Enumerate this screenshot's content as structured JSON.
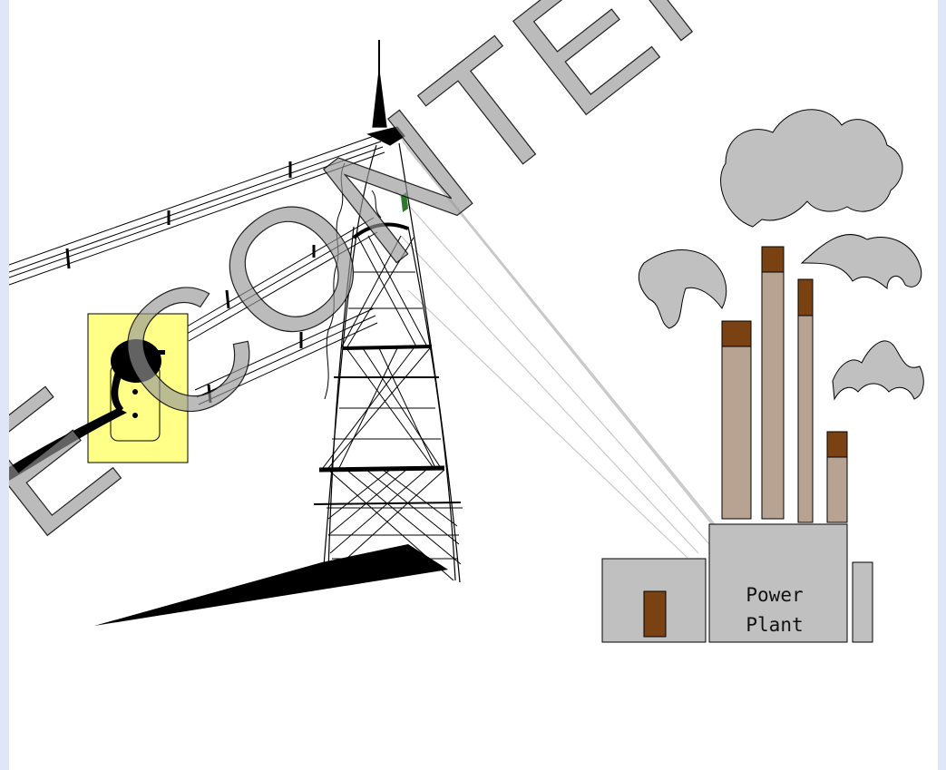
{
  "scene": {
    "power_plant_label_line1": "Power",
    "power_plant_label_line2": "Plant",
    "watermark_text": "E CONTENT"
  },
  "colors": {
    "background_edge": "#dfe6f7",
    "canvas": "#ffffff",
    "outlet_yellow": "#ffff88",
    "building_gray": "#c0c0c0",
    "smoke_gray": "#c0c0c0",
    "chimney_body": "#b8a393",
    "chimney_cap": "#7a4212",
    "door_brown": "#7a4212",
    "line_black": "#000000",
    "wire_gray": "#c8c8c8"
  },
  "icons": [
    "electrical-outlet-icon",
    "power-plug-icon",
    "transmission-tower-icon",
    "power-plant-icon",
    "smoke-cloud-icon"
  ]
}
